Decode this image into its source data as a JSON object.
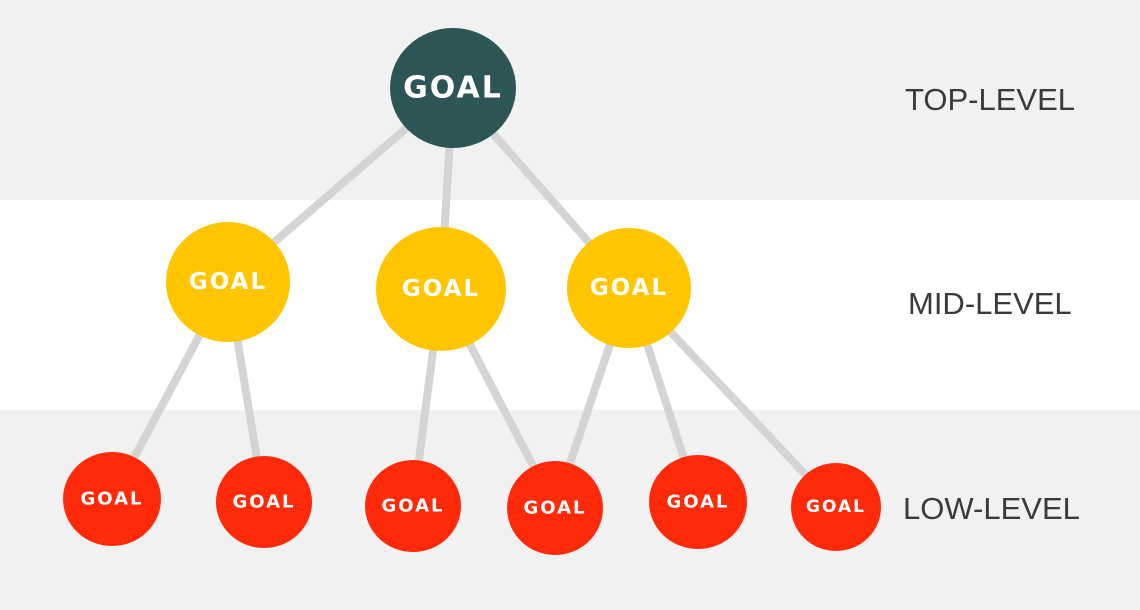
{
  "levels": {
    "top": "TOP-LEVEL",
    "mid": "MID-LEVEL",
    "low": "LOW-LEVEL"
  },
  "node_label": "GOAL",
  "colors": {
    "top": "#2d5555",
    "mid": "#ffc600",
    "low": "#ff2a0a",
    "edge": "#d4d4d4",
    "band_gray": "#f1f1f1",
    "band_white": "#ffffff"
  },
  "nodes": [
    {
      "id": "top-1",
      "level": "top"
    },
    {
      "id": "mid-1",
      "level": "mid"
    },
    {
      "id": "mid-2",
      "level": "mid"
    },
    {
      "id": "mid-3",
      "level": "mid"
    },
    {
      "id": "low-1",
      "level": "low"
    },
    {
      "id": "low-2",
      "level": "low"
    },
    {
      "id": "low-3",
      "level": "low"
    },
    {
      "id": "low-4",
      "level": "low"
    },
    {
      "id": "low-5",
      "level": "low"
    },
    {
      "id": "low-6",
      "level": "low"
    }
  ],
  "edges": [
    [
      "top-1",
      "mid-1"
    ],
    [
      "top-1",
      "mid-2"
    ],
    [
      "top-1",
      "mid-3"
    ],
    [
      "mid-1",
      "low-1"
    ],
    [
      "mid-1",
      "low-2"
    ],
    [
      "mid-2",
      "low-3"
    ],
    [
      "mid-2",
      "low-4"
    ],
    [
      "mid-3",
      "low-4"
    ],
    [
      "mid-3",
      "low-5"
    ],
    [
      "mid-3",
      "low-6"
    ]
  ]
}
